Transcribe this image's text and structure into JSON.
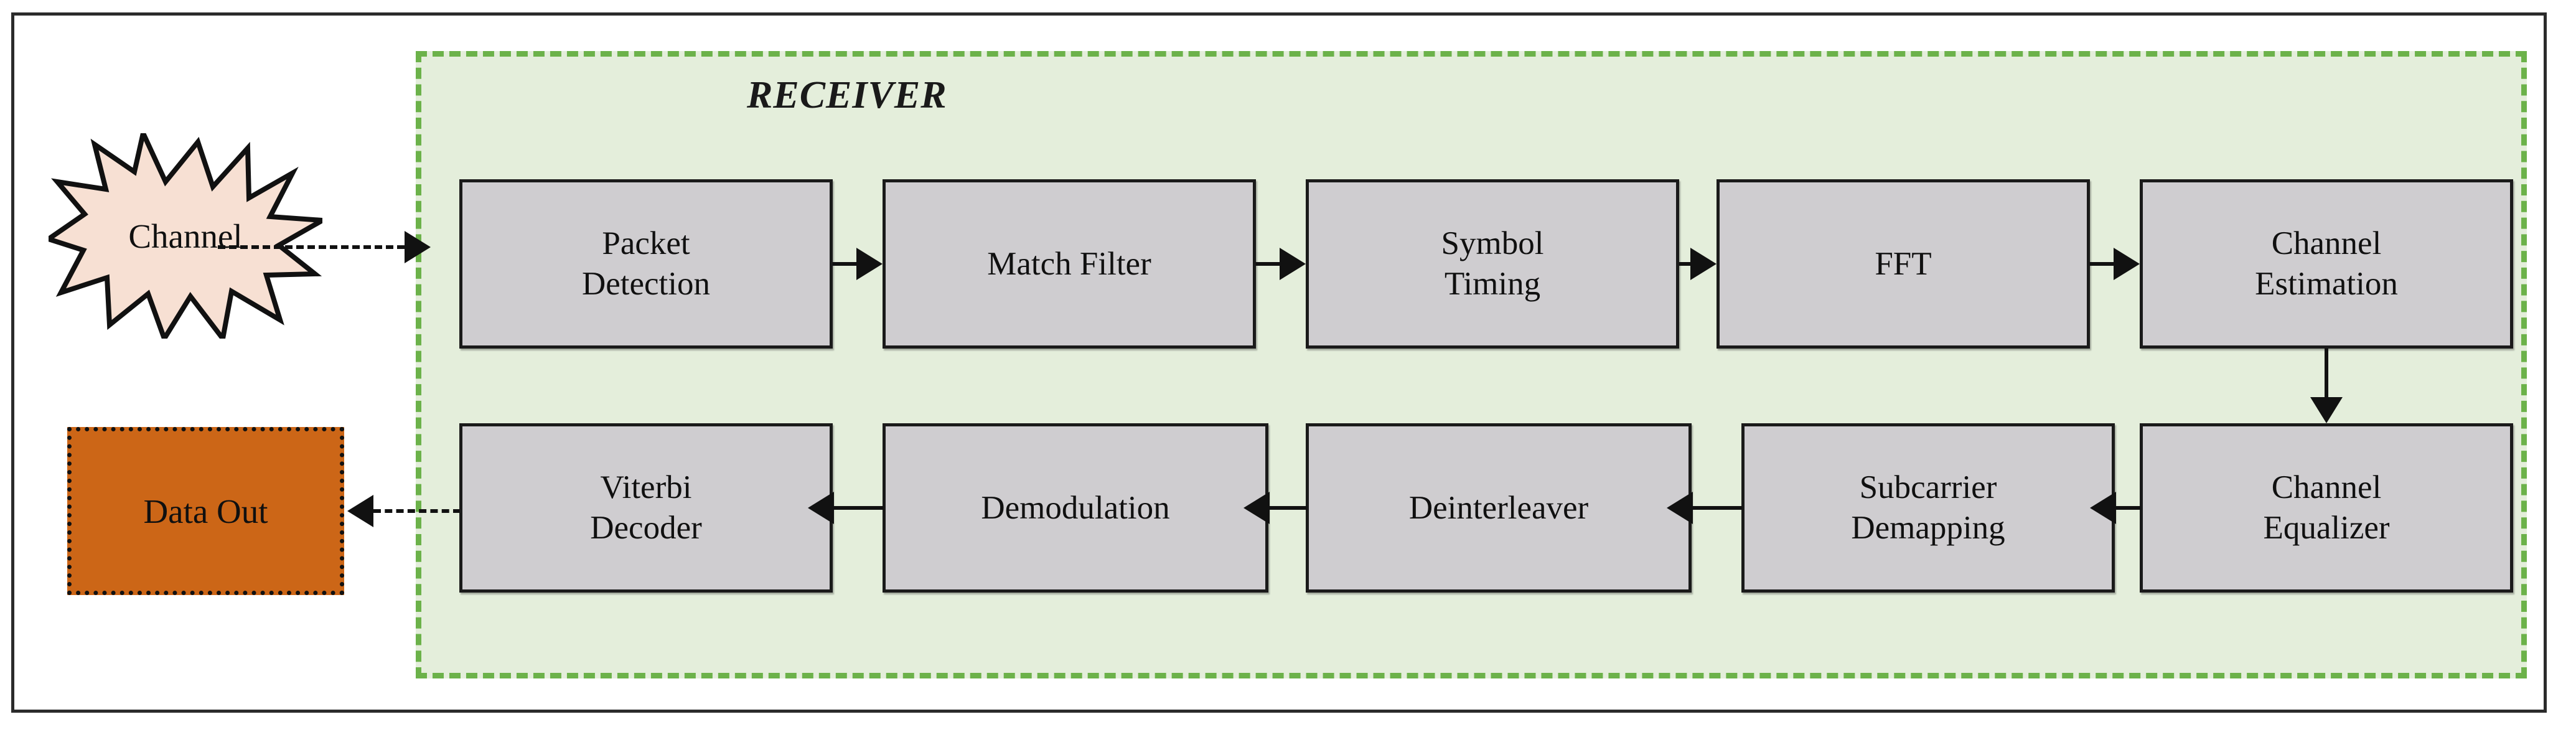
{
  "diagram": {
    "title": "RECEIVER",
    "external_nodes": [
      {
        "id": "channel",
        "label": "Channel",
        "shape": "starburst",
        "color": "#f7e0d3"
      },
      {
        "id": "data-out",
        "label": "Data Out",
        "shape": "rectangle",
        "color": "#cc6617"
      }
    ],
    "colors": {
      "region_fill": "#e4eedb",
      "region_border": "#6cb24a",
      "block_fill": "#cfcdd0",
      "block_border": "#1a1a1a",
      "channel_fill": "#f7e0d3",
      "dataout_fill": "#cc6617",
      "frame": "#2b2b2b"
    },
    "top_row": [
      {
        "id": "packet-detection",
        "line1": "Packet",
        "line2": "Detection"
      },
      {
        "id": "match-filter",
        "line1": "Match Filter",
        "line2": ""
      },
      {
        "id": "symbol-timing",
        "line1": "Symbol",
        "line2": "Timing"
      },
      {
        "id": "fft",
        "line1": "FFT",
        "line2": ""
      },
      {
        "id": "channel-estimation",
        "line1": "Channel",
        "line2": "Estimation"
      }
    ],
    "bottom_row": [
      {
        "id": "viterbi-decoder",
        "line1": "Viterbi",
        "line2": "Decoder"
      },
      {
        "id": "demodulation",
        "line1": "Demodulation",
        "line2": ""
      },
      {
        "id": "deinterleaver",
        "line1": "Deinterleaver",
        "line2": ""
      },
      {
        "id": "subcarrier-demapping",
        "line1": "Subcarrier",
        "line2": "Demapping"
      },
      {
        "id": "channel-equalizer",
        "line1": "Channel",
        "line2": "Equalizer"
      }
    ]
  }
}
